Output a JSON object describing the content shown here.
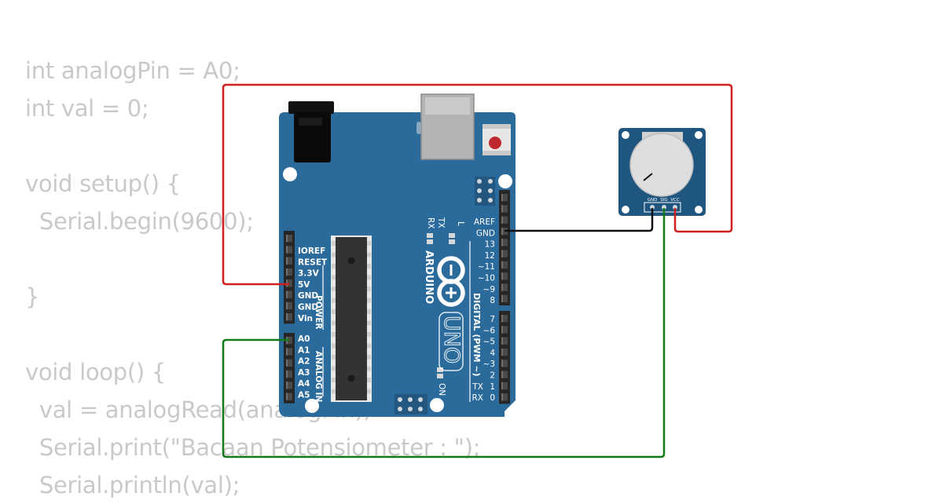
{
  "code_lines": [
    "int analogPin = A0;",
    "int val = 0;",
    "",
    "void setup() {",
    "  Serial.begin(9600);",
    "",
    "}",
    "",
    "void loop() {",
    "  val = analogRead(analogPin);",
    "  Serial.print(\"Bacaan Potensiometer : \");",
    "  Serial.println(val);"
  ],
  "board": {
    "brand": "ARDUINO",
    "model": "UNO",
    "power_label": "POWER",
    "analog_label": "ANALOG IN",
    "digital_label": "DIGITAL (PWM ~)",
    "power_pins": [
      "IOREF",
      "RESET",
      "3.3V",
      "5V",
      "GND",
      "GND",
      "Vin"
    ],
    "analog_pins": [
      "A0",
      "A1",
      "A2",
      "A3",
      "A4",
      "A5"
    ],
    "digital_pins_top": [
      "AREF",
      "GND",
      "13",
      "12",
      "~11",
      "~10",
      "~9",
      "8"
    ],
    "digital_pins_bottom": [
      "7",
      "~6",
      "~5",
      "4",
      "~3",
      "2",
      "TX",
      "RX"
    ],
    "digital_values_bottom": [
      "",
      "",
      "",
      "",
      "",
      "",
      "1",
      "0"
    ],
    "led_labels": {
      "tx": "TX",
      "rx": "RX",
      "l": "L",
      "on": "ON"
    }
  },
  "potentiometer": {
    "pins": [
      "GND",
      "SIG",
      "VCC"
    ]
  },
  "colors": {
    "board": "#2a6b9b",
    "board_dark": "#1f5680",
    "wire_5v": "#d11f1f",
    "wire_gnd": "#111111",
    "wire_signal": "#127a17",
    "code_text": "#c9c9c9"
  }
}
